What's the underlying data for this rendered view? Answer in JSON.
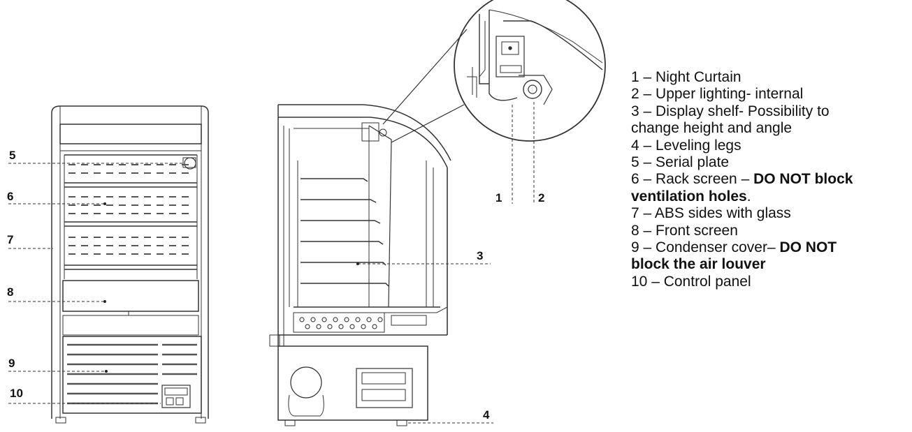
{
  "callouts": {
    "front": [
      "5",
      "6",
      "7",
      "8",
      "9",
      "10"
    ],
    "side": [
      "3",
      "4"
    ],
    "zoom": [
      "1",
      "2"
    ]
  },
  "legend": {
    "item1": "1 – Night Curtain",
    "item2": "2 – Upper lighting- internal",
    "item3_line1": "3 – Display shelf- Possibility to",
    "item3_line2": "change height and angle",
    "item4": "4 – Leveling legs",
    "item5": "5 – Serial plate",
    "item6_prefix": "6 – Rack screen – ",
    "item6_bold1": "DO NOT block",
    "item6_bold2": "ventilation holes",
    "item6_suffix": ".",
    "item7": "7 – ABS sides with glass",
    "item8": "8 – Front screen",
    "item9_prefix": "9 – Condenser cover– ",
    "item9_bold1": "DO NOT",
    "item9_bold2": "block the air louver",
    "item10": "10 – Control panel"
  }
}
